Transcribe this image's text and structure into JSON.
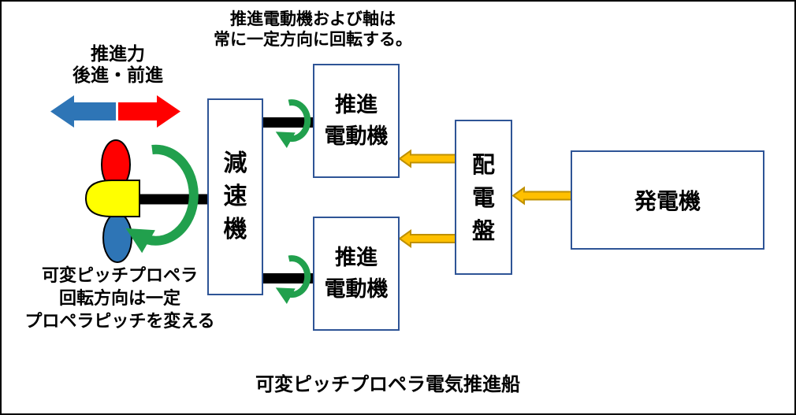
{
  "diagram": {
    "caption": "可変ピッチプロペラ電気推進船",
    "top_note": {
      "line1": "推進電動機および軸は",
      "line2": "常に一定方向に回転する。"
    },
    "thrust_label": {
      "line1": "推進力",
      "line2": "後進・前進"
    },
    "propeller_note": {
      "line1": "可変ピッチプロペラ",
      "line2": "回転方向は一定",
      "line3": "プロペラピッチを変える"
    },
    "boxes": {
      "reduction_gear": {
        "label": "減速機"
      },
      "propulsion_motor_top": {
        "line1": "推進",
        "line2": "電動機"
      },
      "propulsion_motor_bottom": {
        "line1": "推進",
        "line2": "電動機"
      },
      "switchboard": {
        "label": "配電盤"
      },
      "generator": {
        "label": "発電機"
      }
    },
    "icons": {
      "reverse_thrust_arrow": "left-block-arrow",
      "forward_thrust_arrow": "right-block-arrow",
      "rotation_arrow": "clockwise-curved-arrow",
      "power_flow_arrow": "left-block-arrow",
      "propeller": "controllable-pitch-propeller"
    },
    "colors": {
      "box_border": "#2E5496",
      "forward_thrust": "#FF0000",
      "reverse_thrust": "#2E75B6",
      "rotation_arrow": "#21A04D",
      "power_arrow_fill": "#FFC000",
      "power_arrow_border": "#BF9000",
      "shaft": "#000000",
      "hub": "#FFFF00",
      "blade_top": "#FF0000",
      "blade_bottom": "#2E75B6",
      "outer_border": "#000000"
    }
  }
}
